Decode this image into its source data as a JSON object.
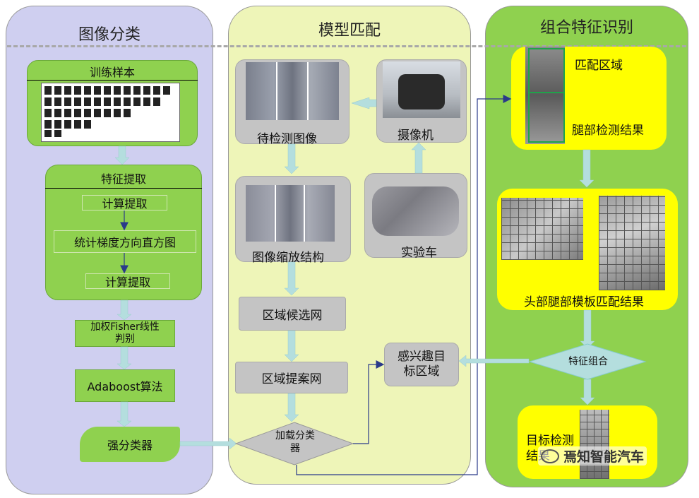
{
  "panels": {
    "classification": {
      "title": "图像分类"
    },
    "matching": {
      "title": "模型匹配"
    },
    "combination": {
      "title": "组合特征识别"
    }
  },
  "classification": {
    "training_samples": "训练样本",
    "feature_extraction": "特征提取",
    "compute_extraction_1": "计算提取",
    "hog": "统计梯度方向直方图",
    "compute_extraction_2": "计算提取",
    "fisher": "加权Fisher线性判别",
    "adaboost": "Adaboost算法",
    "strong_classifier": "强分类器"
  },
  "matching": {
    "image_to_detect": "待检测图像",
    "camera": "摄像机",
    "image_scaling": "图像缩放结构",
    "test_vehicle": "实验车",
    "region_candidate": "区域候选网",
    "region_proposal": "区域提案网",
    "load_classifier": "加载分类器",
    "roi": "感兴趣目标区域"
  },
  "combination": {
    "matching_region": "匹配区域",
    "leg_result": "腿部检测结果",
    "head_leg_template": "头部腿部模板匹配结果",
    "feature_combination": "特征组合",
    "target_detection": "目标检测结果"
  },
  "watermark": "焉知智能汽车",
  "colors": {
    "panel_left": "#cfcff0",
    "panel_mid": "#eef5b8",
    "panel_right": "#8fd14f",
    "green_box": "#8fd14f",
    "yellow_box": "#ffff00",
    "arrow": "#b4dede",
    "dark_arrow": "#2a3a8a"
  }
}
